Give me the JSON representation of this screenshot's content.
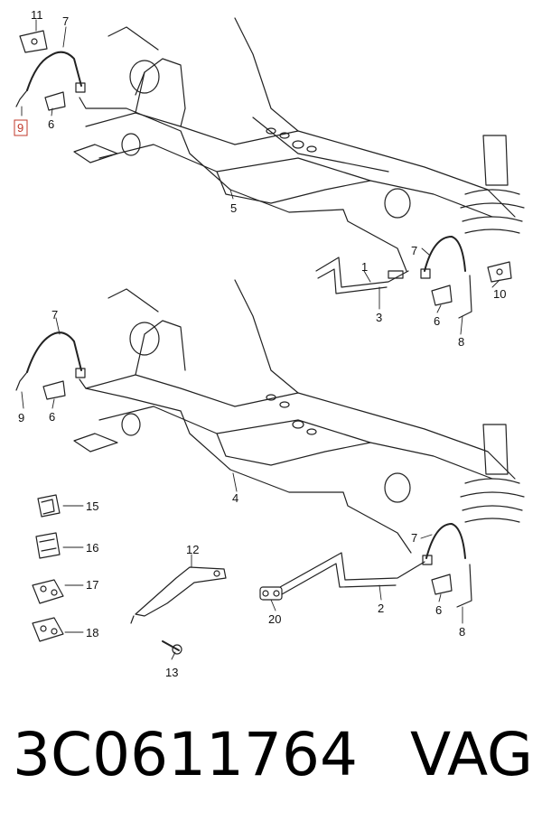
{
  "diagram": {
    "callouts": [
      "1",
      "2",
      "3",
      "4",
      "5",
      "6",
      "7",
      "8",
      "9",
      "10",
      "11",
      "12",
      "13",
      "15",
      "16",
      "17",
      "18",
      "20"
    ],
    "highlight_color": "#c0392b",
    "line_color": "#222222"
  },
  "footer": {
    "part_number": "3C0611764",
    "brand": "VAG"
  }
}
